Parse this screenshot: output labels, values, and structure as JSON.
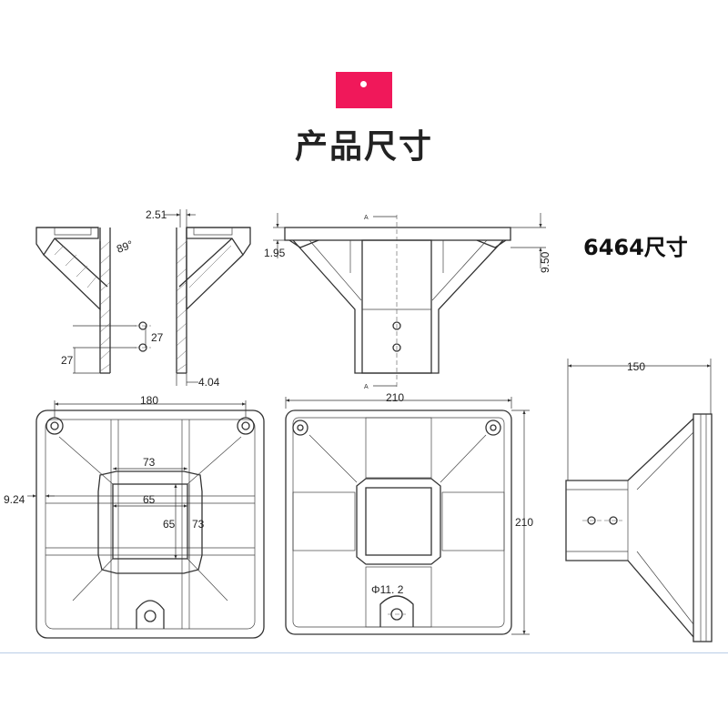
{
  "header": {
    "title": "产品尺寸",
    "model_label": "6464尺寸"
  },
  "dimensions": {
    "wall_thickness": "2.51",
    "draft_angle": "89°",
    "flange_thickness": "1.95",
    "hole_spacing_top": "27",
    "hole_spacing_left": "27",
    "wall_offset": "4.04",
    "section_mark": "A",
    "rib_height": "9.50",
    "bolt_span": "180",
    "inner_outer": "73",
    "inner_square": "65",
    "inner_square_v": "65",
    "outer_square_v": "73",
    "edge_offset": "9.24",
    "base_width": "210",
    "base_height": "210",
    "hole_diameter": "Φ11. 2",
    "side_length": "150"
  },
  "colors": {
    "tag": "#f0185a",
    "line": "#333333",
    "divider": "#b9cde6"
  }
}
